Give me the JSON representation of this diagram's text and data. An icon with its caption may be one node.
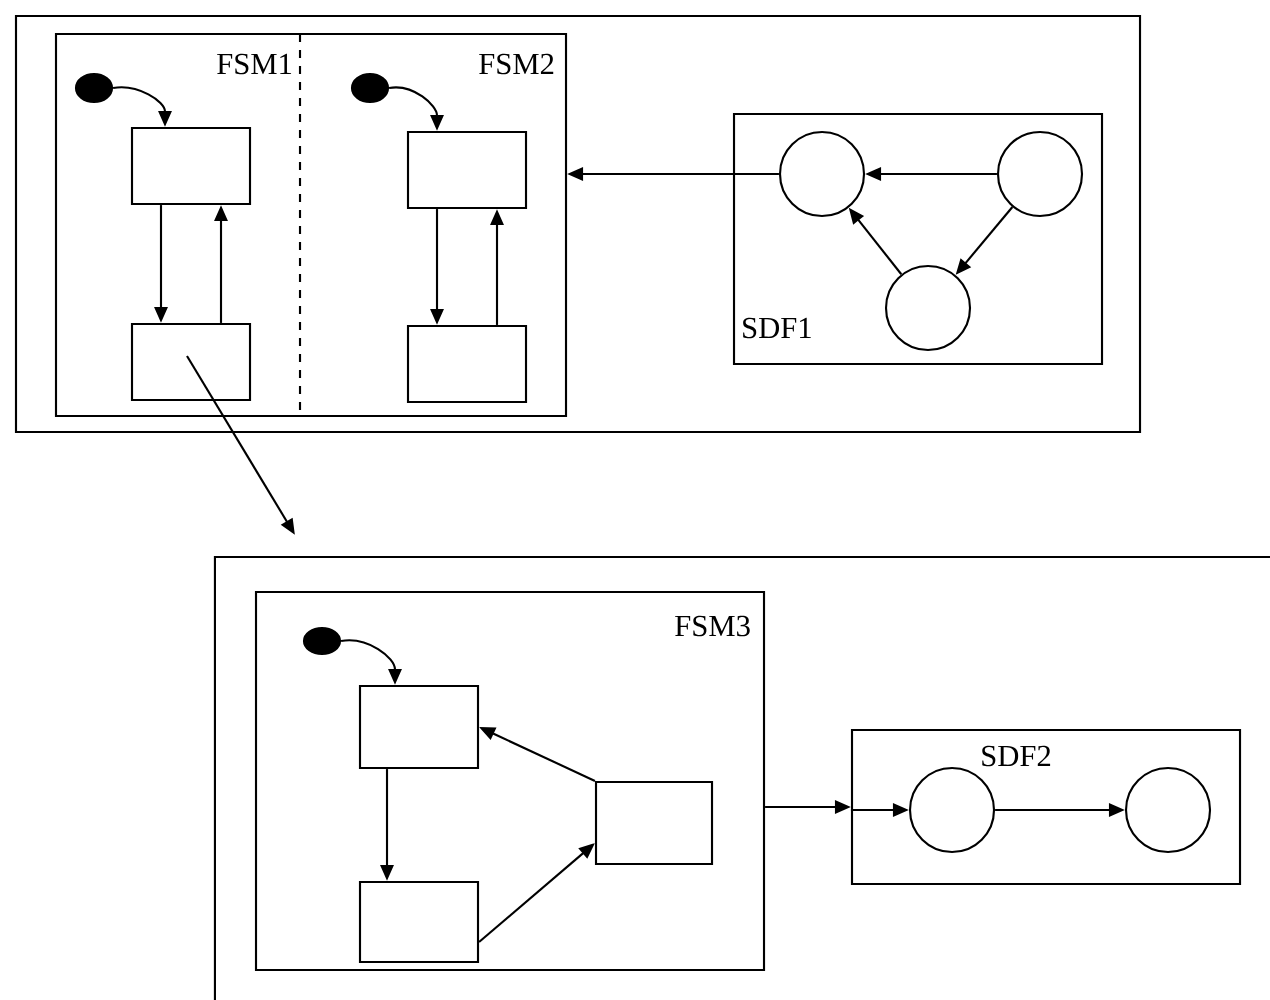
{
  "diagram": {
    "nodes": [
      {
        "text": [],
        "shape": "box"
      },
      {
        "text": [
          "FSM1",
          "FSM2"
        ],
        "in": 0
      },
      {
        "text": [],
        "shape": "circle",
        "in": 1
      },
      {
        "text": [],
        "shape": "box",
        "in": 1
      },
      {
        "text": [],
        "shape": "box",
        "in": 1
      },
      {
        "text": [],
        "shape": "circle",
        "in": 1
      },
      {
        "text": [],
        "shape": "box",
        "in": 1
      },
      {
        "text": [],
        "shape": "box",
        "in": 1
      },
      {
        "text": [
          "SDF1"
        ],
        "in": 0
      },
      {
        "text": [],
        "shape": "circle",
        "in": 8
      },
      {
        "text": [],
        "shape": "circle",
        "in": 8
      },
      {
        "text": [],
        "shape": "circle",
        "in": 8
      },
      {
        "text": [],
        "shape": "box"
      },
      {
        "text": [
          "FSM3"
        ],
        "in": 12
      },
      {
        "text": [],
        "shape": "circle",
        "in": 13
      },
      {
        "text": [],
        "shape": "box",
        "in": 13
      },
      {
        "text": [],
        "shape": "box",
        "in": 13
      },
      {
        "text": [],
        "shape": "box",
        "in": 13
      },
      {
        "text": [
          "SDF2"
        ],
        "in": 12
      },
      {
        "text": [],
        "shape": "circle",
        "in": 18
      },
      {
        "text": [],
        "shape": "circle",
        "in": 18
      }
    ],
    "edges": [
      {
        "from": 2,
        "to": 3,
        "arrow": "to"
      },
      {
        "from": 3,
        "to": 4,
        "arrow": "to"
      },
      {
        "from": 4,
        "to": 3,
        "arrow": "to"
      },
      {
        "from": 5,
        "to": 6,
        "arrow": "to"
      },
      {
        "from": 6,
        "to": 7,
        "arrow": "to"
      },
      {
        "from": 7,
        "to": 6,
        "arrow": "to"
      },
      {
        "from": 10,
        "to": 9,
        "arrow": "to"
      },
      {
        "from": 10,
        "to": 11,
        "arrow": "to"
      },
      {
        "from": 11,
        "to": 9,
        "arrow": "to"
      },
      {
        "from": 9,
        "to": 1,
        "arrow": "to"
      },
      {
        "from": 4,
        "to": 12,
        "arrow": "to"
      },
      {
        "from": 14,
        "to": 15,
        "arrow": "to"
      },
      {
        "from": 15,
        "to": 16,
        "arrow": "to"
      },
      {
        "from": 16,
        "to": 17,
        "arrow": "to"
      },
      {
        "from": 17,
        "to": 15,
        "arrow": "to"
      },
      {
        "from": 13,
        "to": 18,
        "arrow": "to"
      },
      {
        "from": null,
        "to": 19,
        "arrow": "to"
      },
      {
        "from": 19,
        "to": 20,
        "arrow": "to"
      }
    ]
  }
}
